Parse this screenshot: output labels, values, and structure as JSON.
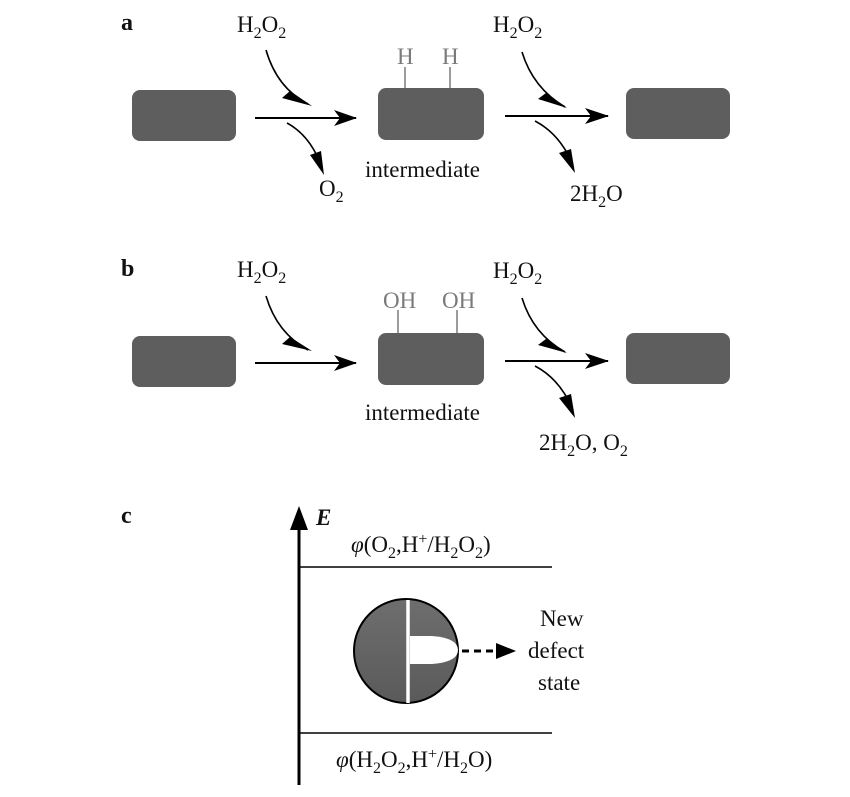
{
  "colors": {
    "box_fill": "#5e5e5e",
    "substituent_grey": "#7a7a7a",
    "ink": "#111111",
    "background": "#ffffff"
  },
  "panels": {
    "a": {
      "label": "a",
      "reactant_1": {
        "main": "H",
        "sub1": "2",
        "mid": "O",
        "sub2": "2"
      },
      "product_1": {
        "main": "O",
        "sub": "2"
      },
      "substituents": [
        "H",
        "H"
      ],
      "intermediate_label": "intermediate",
      "reactant_2": {
        "main": "H",
        "sub1": "2",
        "mid": "O",
        "sub2": "2"
      },
      "product_2": {
        "pre": "2H",
        "sub": "2",
        "post": "O"
      }
    },
    "b": {
      "label": "b",
      "reactant_1": {
        "main": "H",
        "sub1": "2",
        "mid": "O",
        "sub2": "2"
      },
      "substituents": [
        "OH",
        "OH"
      ],
      "intermediate_label": "intermediate",
      "reactant_2": {
        "main": "H",
        "sub1": "2",
        "mid": "O",
        "sub2": "2"
      },
      "product_2": {
        "pre": "2H",
        "sub1": "2",
        "mid": "O, O",
        "sub2": "2"
      }
    },
    "c": {
      "label": "c",
      "axis_label": "E",
      "upper_level": {
        "phi": "φ",
        "open": "(O",
        "s1": "2",
        "mid1": ",H",
        "sup": "+",
        "mid2": "/H",
        "s2": "2",
        "mid3": "O",
        "s3": "2",
        "close": ")"
      },
      "lower_level": {
        "phi": "φ",
        "open": "(H",
        "s1": "2",
        "mid1": "O",
        "s2": "2",
        "mid2": ",H",
        "sup": "+",
        "mid3": "/H",
        "s3": "2",
        "close": "O)"
      },
      "defect_label_lines": [
        "New",
        "defect",
        "state"
      ]
    }
  }
}
